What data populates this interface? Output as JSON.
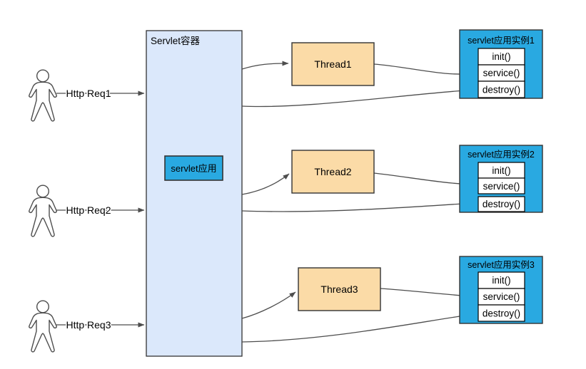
{
  "diagram": {
    "container": {
      "title": "Servlet容器",
      "app_label": "servlet应用"
    },
    "requests": [
      {
        "label": "Http Req1"
      },
      {
        "label": "Http Req2"
      },
      {
        "label": "Http Req3"
      }
    ],
    "threads": [
      {
        "label": "Thread1"
      },
      {
        "label": "Thread2"
      },
      {
        "label": "Thread3"
      }
    ],
    "instances": [
      {
        "title": "servlet应用实例1",
        "methods": [
          "init()",
          "service()",
          "destroy()"
        ]
      },
      {
        "title": "servlet应用实例2",
        "methods": [
          "init()",
          "service()",
          "destroy()"
        ]
      },
      {
        "title": "servlet应用实例3",
        "methods": [
          "init()",
          "service()",
          "destroy()"
        ]
      }
    ],
    "colors": {
      "container_fill": "#dbe8fb",
      "bright_blue": "#29a9e1",
      "thread_fill": "#fbdba7",
      "line": "#4d4d4d",
      "border_dark": "#333333",
      "cell_fill": "#ffffff"
    }
  }
}
